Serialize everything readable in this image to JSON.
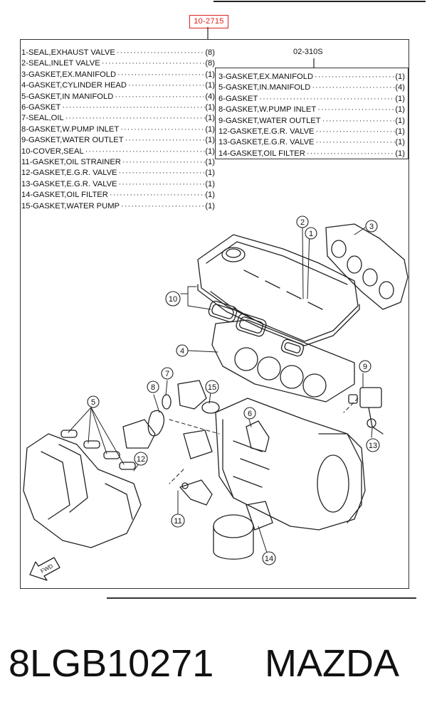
{
  "ref_code": "10-2715",
  "parts": [
    {
      "label": "1-SEAL,EXHAUST VALVE",
      "qty": "(8)"
    },
    {
      "label": "2-SEAL,INLET VALVE",
      "qty": "(8)"
    },
    {
      "label": "3-GASKET,EX.MANIFOLD",
      "qty": "(1)"
    },
    {
      "label": "4-GASKET,CYLINDER HEAD",
      "qty": "(1)"
    },
    {
      "label": "5-GASKET,IN MANIFOLD",
      "qty": "(4)"
    },
    {
      "label": "6-GASKET",
      "qty": "(1)"
    },
    {
      "label": "7-SEAL,OIL",
      "qty": "(1)"
    },
    {
      "label": "8-GASKET,W.PUMP INLET",
      "qty": "(1)"
    },
    {
      "label": "9-GASKET,WATER OUTLET",
      "qty": "(1)"
    },
    {
      "label": "10-COVER,SEAL",
      "qty": "(1)"
    },
    {
      "label": "11-GASKET,OIL STRAINER",
      "qty": "(1)"
    },
    {
      "label": "12-GASKET,E.G.R. VALVE",
      "qty": "(1)"
    },
    {
      "label": "13-GASKET,E.G.R. VALVE",
      "qty": "(1)"
    },
    {
      "label": "14-GASKET,OIL FILTER",
      "qty": "(1)"
    },
    {
      "label": "15-GASKET,WATER PUMP",
      "qty": "(1)"
    }
  ],
  "subset": {
    "code": "02-310S",
    "parts": [
      {
        "label": "3-GASKET,EX.MANIFOLD",
        "qty": "(1)"
      },
      {
        "label": "5-GASKET,IN.MANIFOLD",
        "qty": "(4)"
      },
      {
        "label": "6-GASKET",
        "qty": "(1)"
      },
      {
        "label": "8-GASKET,W.PUMP INLET",
        "qty": "(1)"
      },
      {
        "label": "9-GASKET,WATER OUTLET",
        "qty": "(1)"
      },
      {
        "label": "12-GASKET,E.G.R. VALVE",
        "qty": "(1)"
      },
      {
        "label": "13-GASKET,E.G.R. VALVE",
        "qty": "(1)"
      },
      {
        "label": "14-GASKET,OIL FILTER",
        "qty": "(1)"
      }
    ]
  },
  "callouts": [
    "1",
    "2",
    "3",
    "4",
    "5",
    "6",
    "7",
    "8",
    "9",
    "10",
    "11",
    "12",
    "13",
    "14",
    "15"
  ],
  "fwd_label": "FWD",
  "footer": {
    "part_number": "8LGB10271",
    "make": "MAZDA"
  },
  "colors": {
    "reference_box": "#e02020",
    "line_art": "#222222"
  }
}
